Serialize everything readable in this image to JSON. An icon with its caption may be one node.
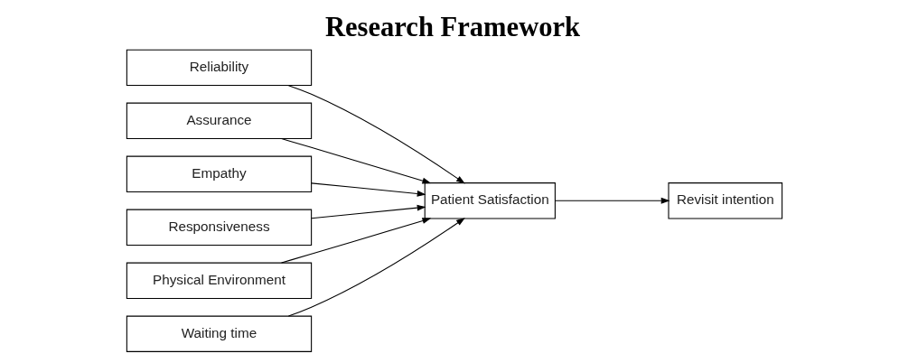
{
  "diagram": {
    "title": "Research Framework",
    "nodes": [
      {
        "text": [
          "Reliability"
        ]
      },
      {
        "text": [
          "Assurance"
        ]
      },
      {
        "text": [
          "Empathy"
        ]
      },
      {
        "text": [
          "Responsiveness"
        ]
      },
      {
        "text": [
          "Physical Environment"
        ]
      },
      {
        "text": [
          "Waiting time"
        ]
      },
      {
        "text": [
          "Patient Satisfaction"
        ]
      },
      {
        "text": [
          "Revisit intention"
        ]
      }
    ],
    "edges": [
      {
        "from": 0,
        "to": 6,
        "arrow": "to"
      },
      {
        "from": 1,
        "to": 6,
        "arrow": "to"
      },
      {
        "from": 2,
        "to": 6,
        "arrow": "to"
      },
      {
        "from": 3,
        "to": 6,
        "arrow": "to"
      },
      {
        "from": 4,
        "to": 6,
        "arrow": "to"
      },
      {
        "from": 5,
        "to": 6,
        "arrow": "to"
      },
      {
        "from": 6,
        "to": 7,
        "arrow": "to"
      }
    ]
  }
}
